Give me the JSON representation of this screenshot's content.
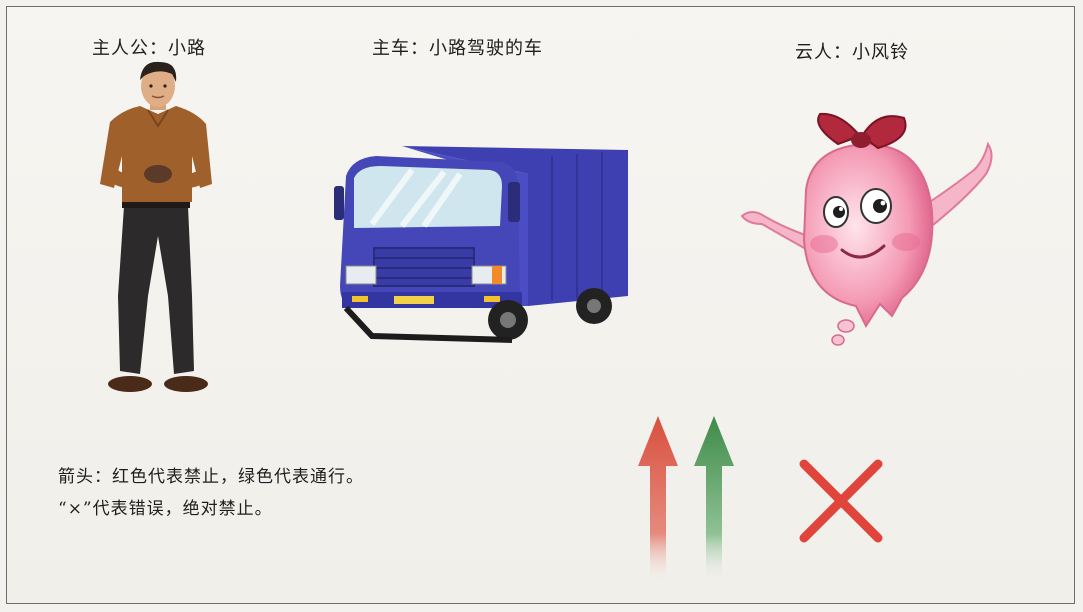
{
  "characters": {
    "hero": {
      "caption": "主人公：小路",
      "icon": "man-standing"
    },
    "vehicle": {
      "caption": "主车：小路驾驶的车",
      "icon": "blue-truck"
    },
    "cloud": {
      "caption": "云人：小风铃",
      "icon": "pink-cloud-character"
    }
  },
  "legend": {
    "arrow_note": "箭头：红色代表禁止，绿色代表通行。",
    "cross_note": "“×”代表错误，绝对禁止。"
  },
  "symbols": {
    "red_arrow": {
      "icon": "red-arrow-up",
      "color": "#d9503f",
      "meaning": "禁止"
    },
    "green_arrow": {
      "icon": "green-arrow-up",
      "color": "#3e8a48",
      "meaning": "通行"
    },
    "cross": {
      "icon": "red-cross",
      "color": "#e0443a",
      "meaning": "错误"
    }
  }
}
